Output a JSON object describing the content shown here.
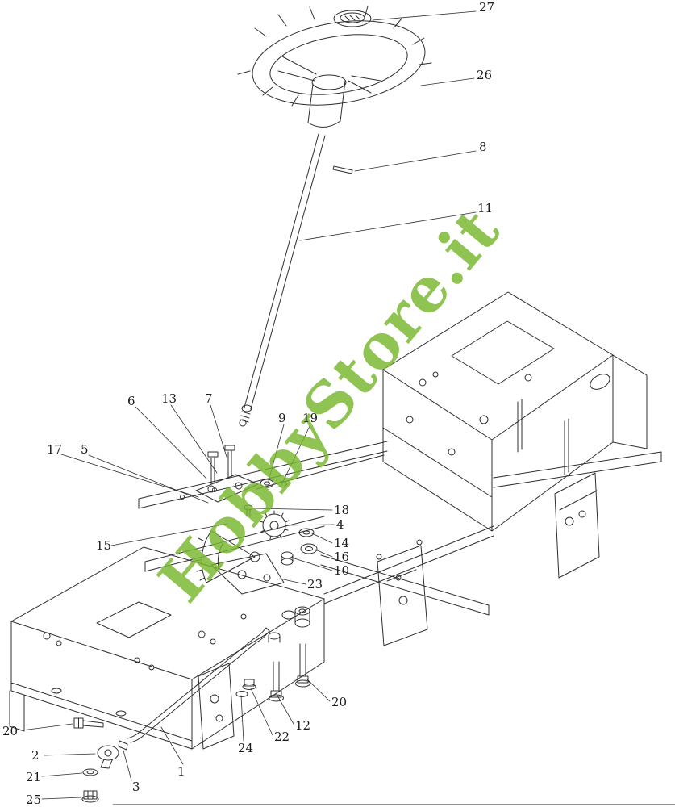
{
  "watermark": {
    "text": "HobbyStore.it",
    "color": "#76b62c"
  },
  "diagram": {
    "type": "exploded-parts-diagram",
    "subject": "tractor steering assembly",
    "line_color": "#2e2e2e"
  },
  "labels": [
    "27",
    "26",
    "8",
    "11",
    "6",
    "13",
    "7",
    "9",
    "19",
    "17",
    "5",
    "18",
    "4",
    "15",
    "14",
    "16",
    "10",
    "23",
    "20",
    "12",
    "22",
    "24",
    "1",
    "3",
    "2",
    "20",
    "21",
    "25"
  ]
}
